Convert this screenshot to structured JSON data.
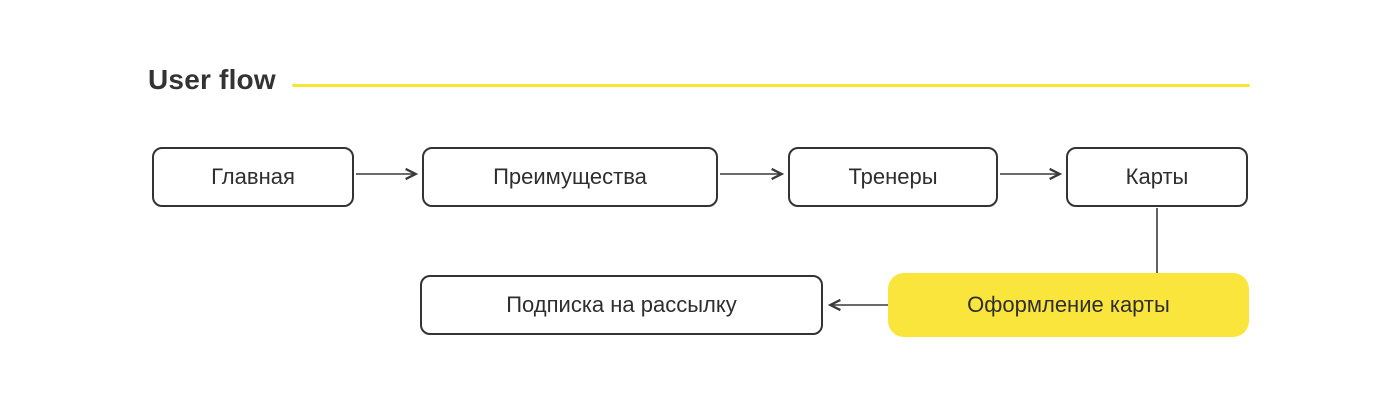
{
  "title": "User flow",
  "colors": {
    "background": "#ffffff",
    "text": "#2e2e2e",
    "node_border": "#333333",
    "arrow": "#3a3a3a",
    "accent_yellow_line": "#f7e636",
    "highlight_yellow_fill": "#fae53c"
  },
  "nodes": [
    {
      "id": "home",
      "label": "Главная",
      "highlighted": false
    },
    {
      "id": "benefits",
      "label": "Преимущества",
      "highlighted": false
    },
    {
      "id": "trainers",
      "label": "Тренеры",
      "highlighted": false
    },
    {
      "id": "cards",
      "label": "Карты",
      "highlighted": false
    },
    {
      "id": "subscribe",
      "label": "Подписка на рассылку",
      "highlighted": false
    },
    {
      "id": "checkout",
      "label": "Оформление карты",
      "highlighted": true
    }
  ],
  "edges": [
    {
      "from": "home",
      "to": "benefits",
      "direction": "right"
    },
    {
      "from": "benefits",
      "to": "trainers",
      "direction": "right"
    },
    {
      "from": "trainers",
      "to": "cards",
      "direction": "right"
    },
    {
      "from": "cards",
      "to": "checkout",
      "direction": "down"
    },
    {
      "from": "checkout",
      "to": "subscribe",
      "direction": "left"
    }
  ]
}
